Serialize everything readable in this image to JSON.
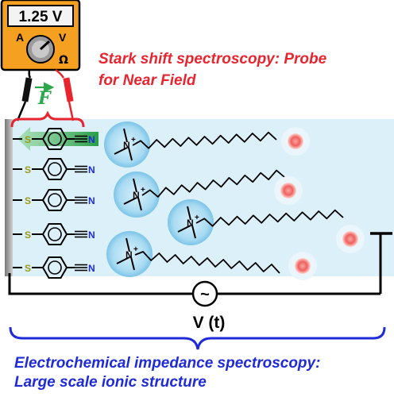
{
  "multimeter": {
    "display_value": "1.25 V",
    "label_a": "A",
    "label_v": "V",
    "label_omega": "Ω",
    "body_color": "#f5a020"
  },
  "field_symbol": "F",
  "stark_caption": {
    "line1": "Stark shift spectroscopy: Probe",
    "line2": "for Near Field",
    "color": "#e8242f"
  },
  "eis_caption": {
    "line1": "Electrochemical impedance spectroscopy:",
    "line2": "Large scale ionic structure",
    "color": "#1f2bd9"
  },
  "circuit": {
    "source_symbol": "~",
    "voltage_label": "V (t)"
  },
  "probe_molecule": {
    "sulfur_label": "S",
    "nitrogen_label": "N",
    "count": 5
  },
  "cation": {
    "nitrogen_label": "N",
    "charge_label": "+"
  },
  "colors": {
    "electrolyte": "#dcf0fa",
    "cation_sphere": "#8ecfee",
    "anion_sphere": "#f27070",
    "sulfur": "#9a9a18",
    "nitrogen": "#1f2bd9",
    "probe_highlight": "#2aa84a"
  }
}
